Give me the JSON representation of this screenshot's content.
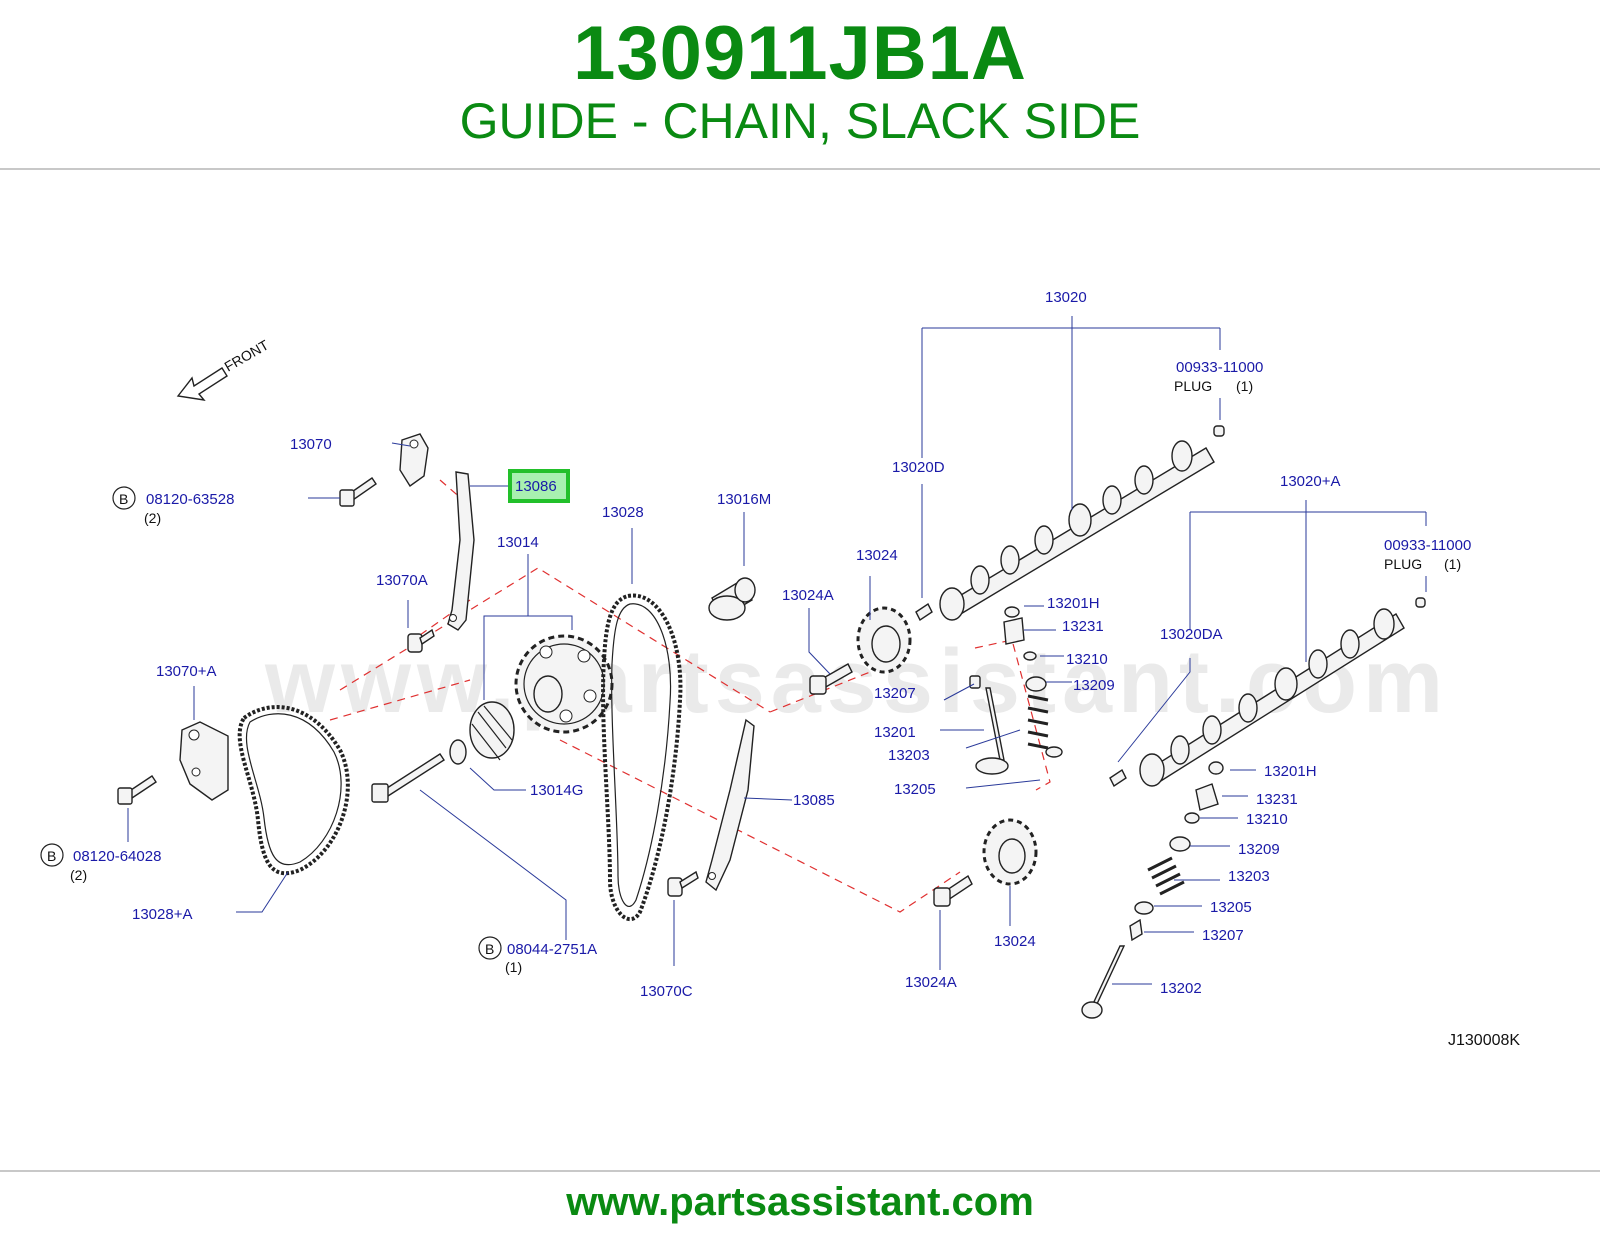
{
  "header": {
    "part_number": "130911JB1A",
    "part_name": "GUIDE - CHAIN, SLACK SIDE"
  },
  "diagram": {
    "front_label": "FRONT",
    "reference_code": "J130008K",
    "watermark": "www.partsassistant.com",
    "highlighted_label": "13086",
    "bolt_marker": "B",
    "labels": {
      "l13020": "13020",
      "l00933a": "00933-11000",
      "plug_a": "PLUG",
      "qty_plug_a": "(1)",
      "l13020d": "13020D",
      "l13020a": "13020+A",
      "l00933b": "00933-11000",
      "plug_b": "PLUG",
      "qty_plug_b": "(1)",
      "l13070": "13070",
      "l08120_63528": "08120-63528",
      "qty_63528": "(2)",
      "l13028": "13028",
      "l13016m": "13016M",
      "l13014": "13014",
      "l13070a": "13070A",
      "l13024_top": "13024",
      "l13024a_top": "13024A",
      "l13201h_top": "13201H",
      "l13231_top": "13231",
      "l13210_top": "13210",
      "l13209_top": "13209",
      "l13207_top": "13207",
      "l13201": "13201",
      "l13203_top": "13203",
      "l13205_top": "13205",
      "l13020da": "13020DA",
      "l13070pa": "13070+A",
      "l13014g": "13014G",
      "l13085": "13085",
      "l08120_64028": "08120-64028",
      "qty_64028": "(2)",
      "l13028pa": "13028+A",
      "l08044": "08044-2751A",
      "qty_08044": "(1)",
      "l13070c": "13070C",
      "l13024_bot": "13024",
      "l13024a_bot": "13024A",
      "l13201h_bot": "13201H",
      "l13231_bot": "13231",
      "l13210_bot": "13210",
      "l13209_bot": "13209",
      "l13203_bot": "13203",
      "l13205_bot": "13205",
      "l13207_bot": "13207",
      "l13202": "13202"
    }
  },
  "footer": {
    "url": "www.partsassistant.com"
  },
  "colors": {
    "brand_green": "#0a8a12",
    "label_blue": "#1a1aa8",
    "highlight_box": "#22c02a",
    "highlight_fill": "#a8f0b0"
  }
}
